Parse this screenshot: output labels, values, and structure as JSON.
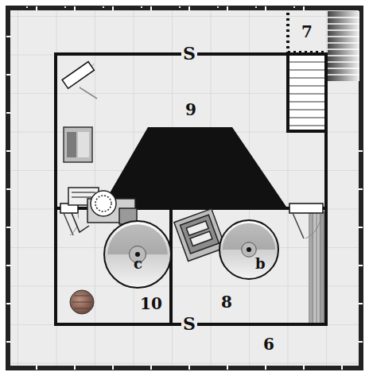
{
  "diagram": {
    "nodes": [
      {
        "text": [
          "c"
        ]
      },
      {
        "text": [
          "b"
        ]
      }
    ],
    "labels": [
      "7",
      "9",
      "S",
      "10",
      "8",
      "S",
      "6"
    ]
  }
}
